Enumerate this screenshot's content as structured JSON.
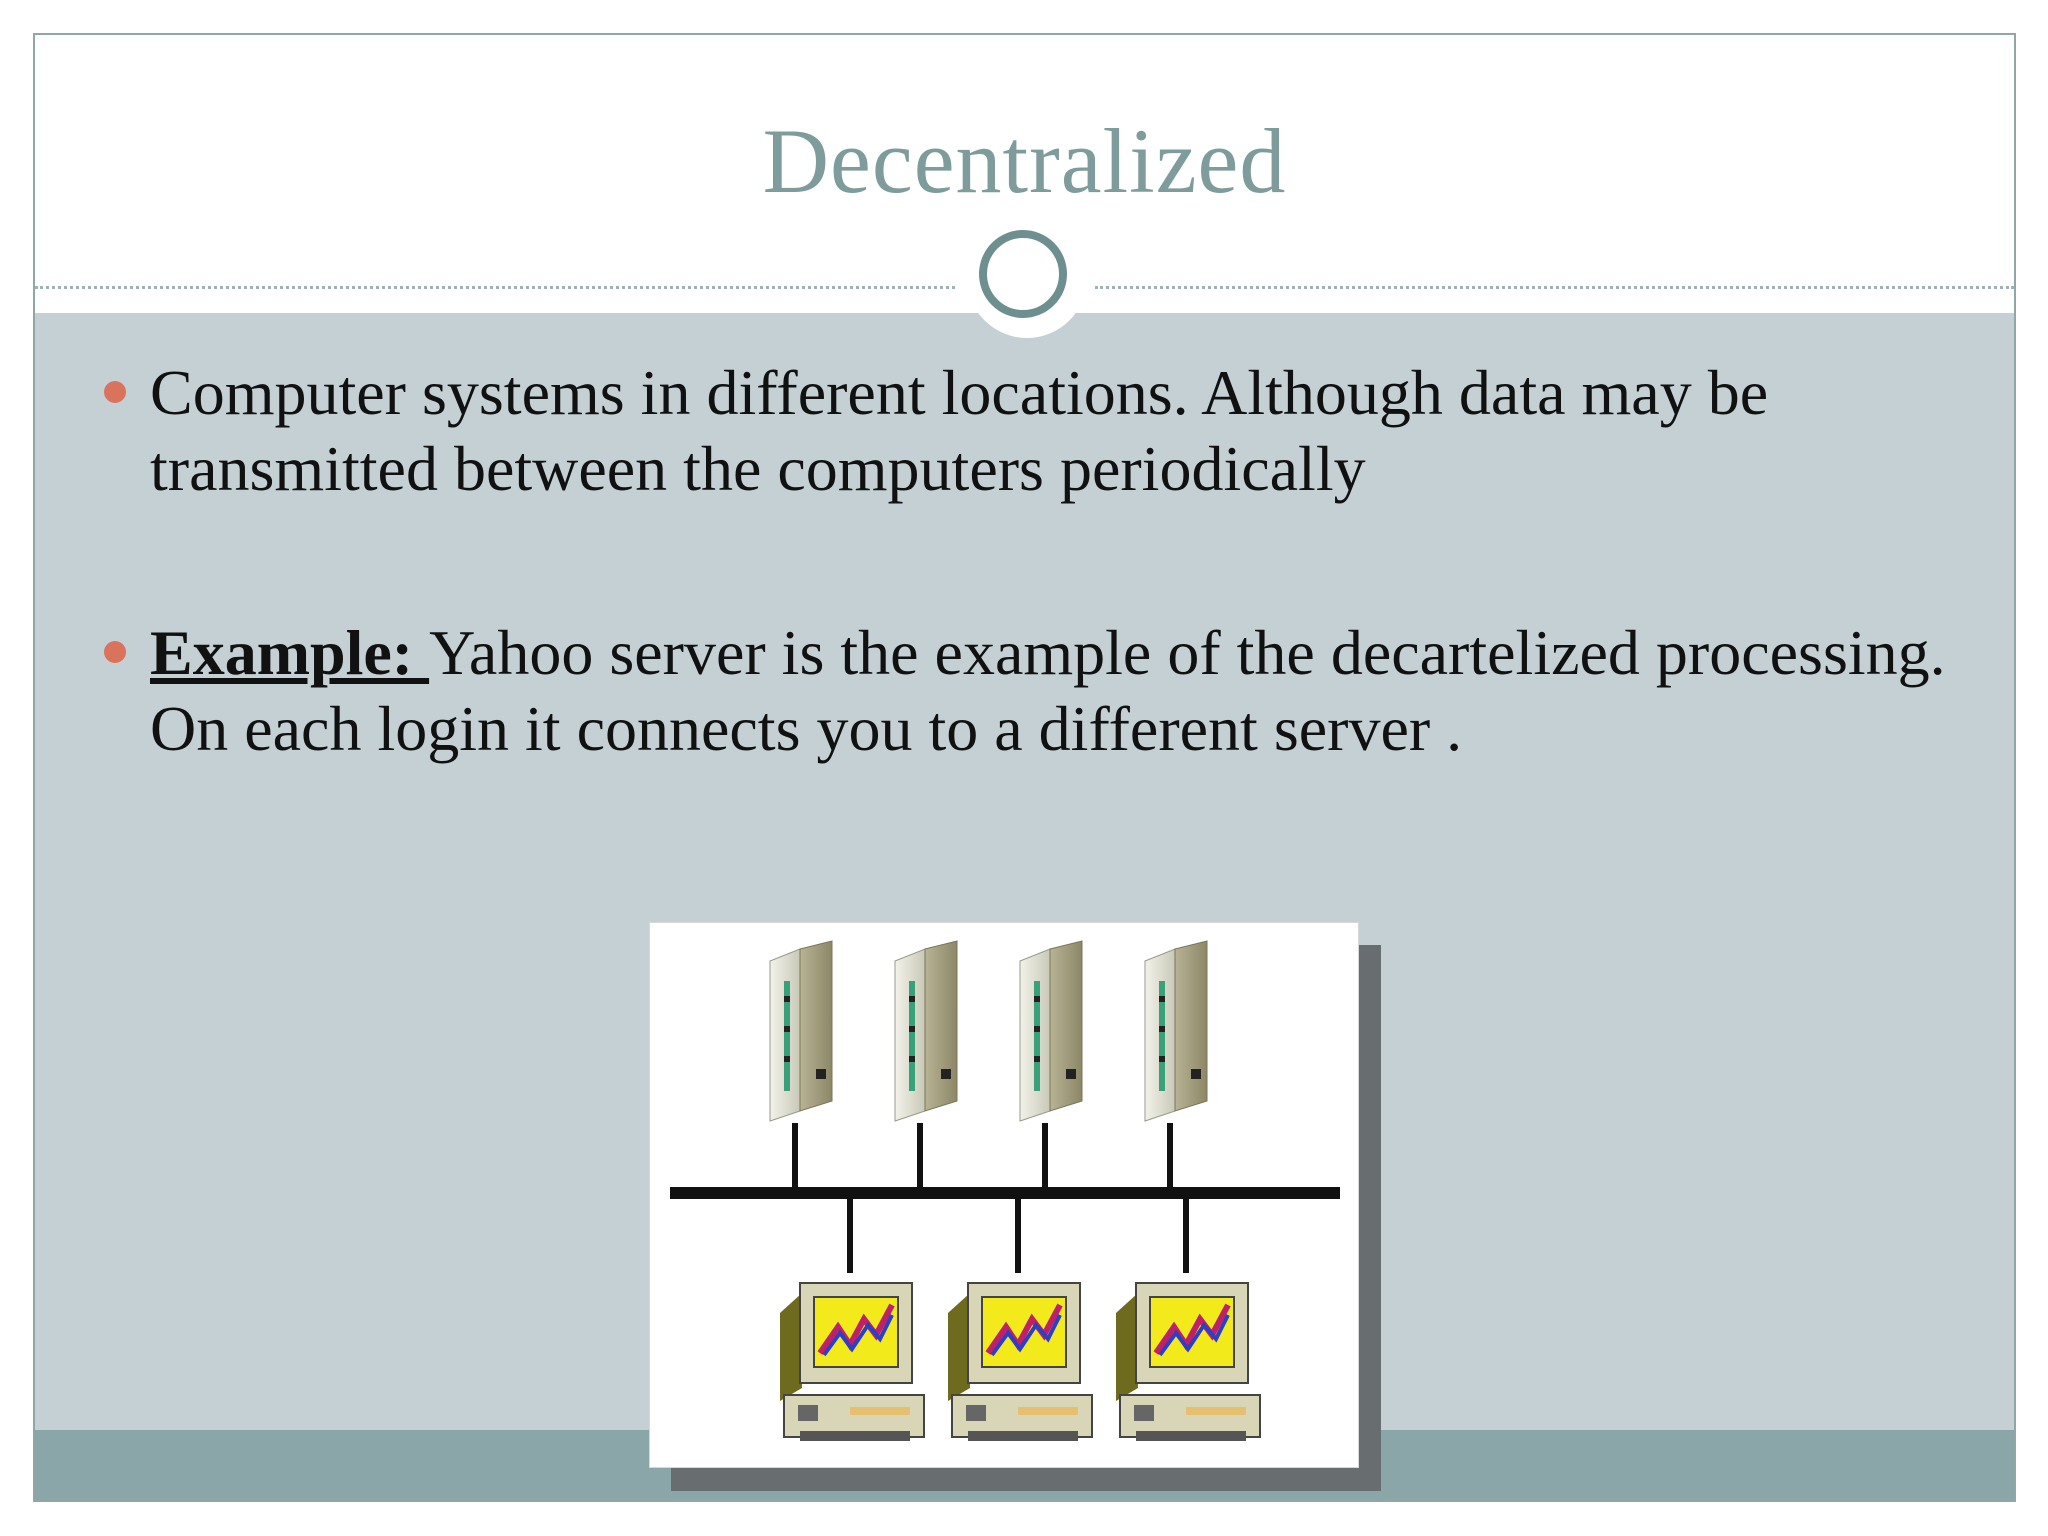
{
  "slide": {
    "title": "Decentralized",
    "colors": {
      "title": "#7f9c9c",
      "body_background": "#c5d0d5",
      "footer_band": "#8ba6a8",
      "bullet": "#d9735c",
      "ornament_circle": "#6e8f90"
    },
    "bullets": [
      {
        "label": "",
        "text": "Computer systems in different locations. Although data may be transmitted between the computers periodically"
      },
      {
        "label": "Example: ",
        "text": "Yahoo server is the example of the decartelized processing. On each login it connects you to a different server ."
      }
    ],
    "figure": {
      "description_icon": "network-diagram-icon",
      "server_count": 4,
      "workstation_count": 3
    }
  }
}
